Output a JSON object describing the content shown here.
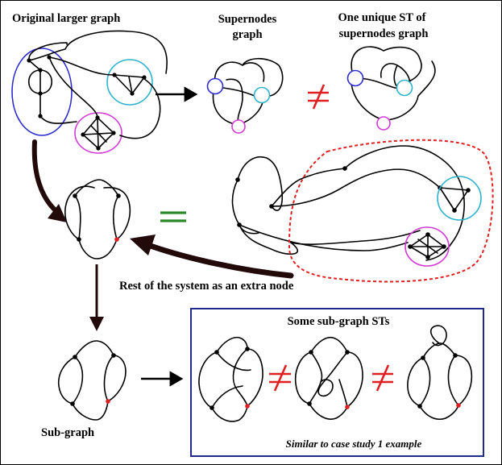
{
  "labels": {
    "original": "Original larger graph",
    "supernodes_1": "Supernodes",
    "supernodes_2": "graph",
    "unique_1": "One unique ST of",
    "unique_2": "supernodes graph",
    "rest": "Rest of the system as an extra node",
    "subgraph": "Sub-graph",
    "some_st": "Some sub-graph STs",
    "similar": "Similar to case study 1 example"
  },
  "colors": {
    "blue": "#2b2bd0",
    "cyan": "#2eb3cc",
    "magenta": "#d43ad4",
    "red": "#e02020",
    "green": "#2a8a2a",
    "dark_arrow": "#220a0a",
    "box": "#1f2a8c"
  }
}
